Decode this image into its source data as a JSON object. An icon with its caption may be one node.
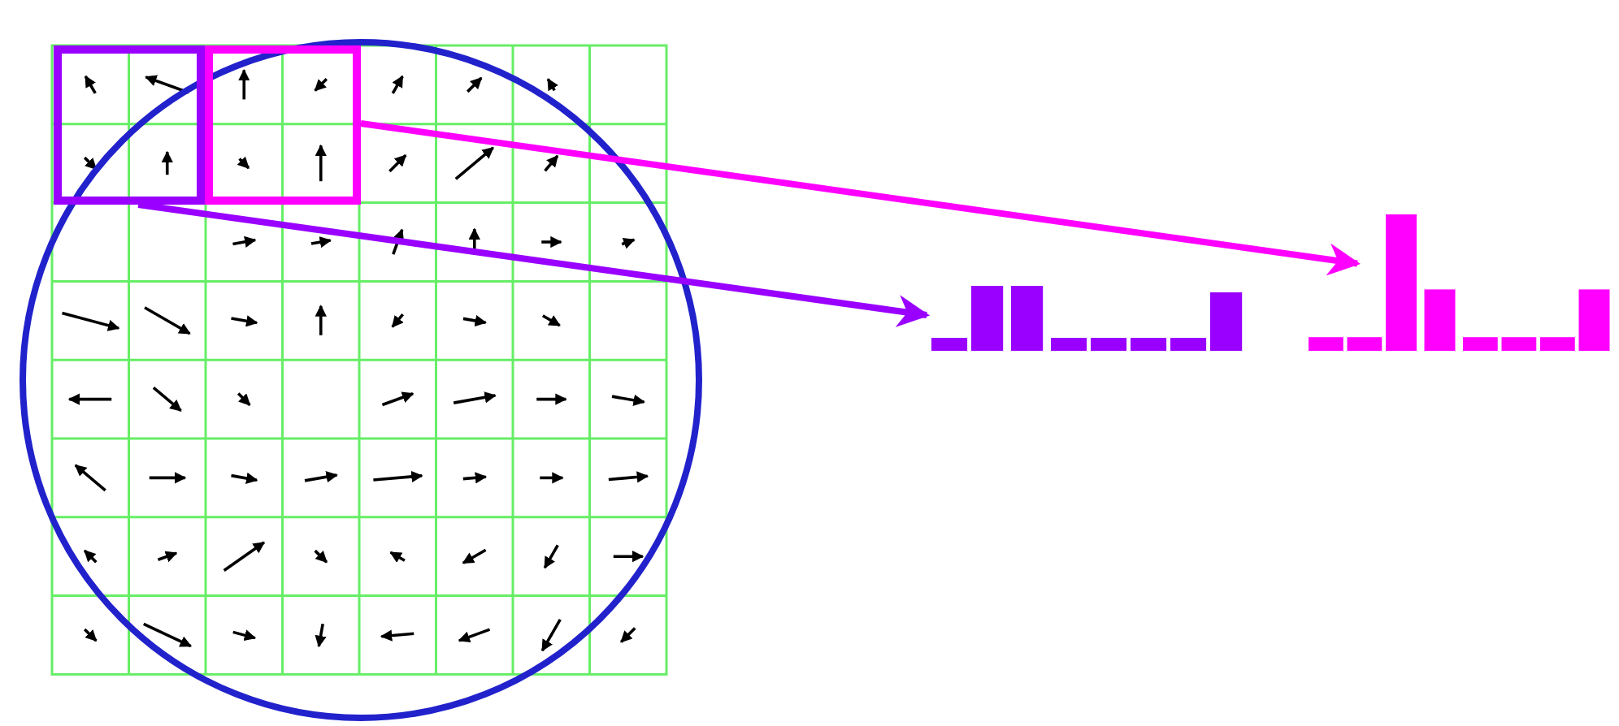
{
  "diagram": {
    "nodes": [
      {
        "text": [],
        "shape": "box"
      },
      {
        "text": [],
        "shape": "box"
      },
      {
        "text": [],
        "shape": "bar"
      },
      {
        "text": [],
        "shape": "bar"
      }
    ],
    "edges": [
      {
        "from": 0,
        "to": 2,
        "arrow": "to",
        "color": "#9900ff"
      },
      {
        "from": 1,
        "to": 3,
        "arrow": "to",
        "color": "#ff00ff"
      }
    ]
  }
}
